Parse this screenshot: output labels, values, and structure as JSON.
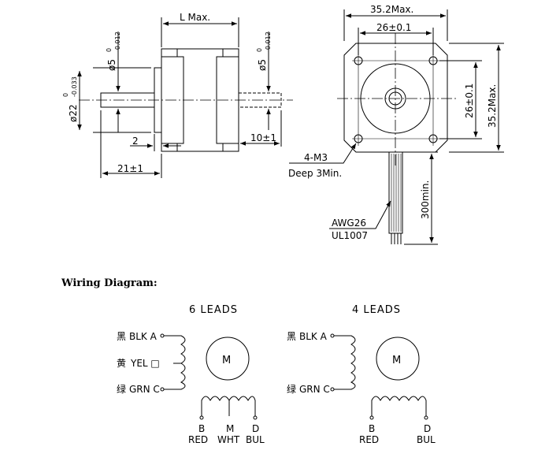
{
  "mechanical": {
    "side_view": {
      "length_label": "L Max.",
      "shaft_dia_left": "ø5",
      "shaft_dia_left_tol_upper": "0",
      "shaft_dia_left_tol_lower": "-0.012",
      "shaft_dia_right": "ø5",
      "shaft_dia_right_tol_upper": "0",
      "shaft_dia_right_tol_lower": "-0.012",
      "boss_dia": "ø22",
      "boss_dia_tol_upper": "0",
      "boss_dia_tol_lower": "-0.033",
      "boss_height": "2",
      "shaft_length": "21±1",
      "rear_shaft_length": "10±1"
    },
    "front_view": {
      "overall_width": "35.2Max.",
      "hole_spacing_h": "26±0.1",
      "hole_spacing_v": "26±0.1",
      "overall_height": "35.2Max.",
      "thread_label": "4-M3",
      "depth_label": "Deep 3Min.",
      "lead_length": "300min.",
      "wire_gauge": "AWG26",
      "wire_type": "UL1007"
    }
  },
  "wiring": {
    "heading": "Wiring Diagram:",
    "six_leads": {
      "title": "6 LEADS",
      "motor_symbol": "M",
      "coil_a": [
        {
          "cn": "黑",
          "label": "BLK A"
        },
        {
          "cn": "黄",
          "label": "YEL □"
        },
        {
          "cn": "绿",
          "label": "GRN C"
        }
      ],
      "coil_b": [
        {
          "letter": "B",
          "color": "RED"
        },
        {
          "letter": "M",
          "color": "WHT"
        },
        {
          "letter": "D",
          "color": "BUL"
        }
      ]
    },
    "four_leads": {
      "title": "4 LEADS",
      "motor_symbol": "M",
      "coil_a": [
        {
          "cn": "黑",
          "label": "BLK A"
        },
        {
          "cn": "绿",
          "label": "GRN C"
        }
      ],
      "coil_b": [
        {
          "letter": "B",
          "color": "RED"
        },
        {
          "letter": "D",
          "color": "BUL"
        }
      ]
    }
  }
}
